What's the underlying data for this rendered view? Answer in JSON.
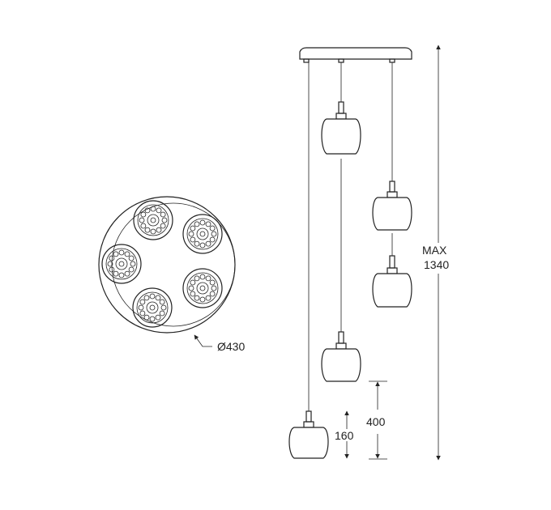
{
  "dimensions": {
    "diameter_label": "Ø430",
    "max_label_line1": "MAX",
    "max_label_line2": "1340",
    "shade_height": "160",
    "bottom_offset": "400"
  },
  "colors": {
    "stroke": "#222222",
    "background": "#ffffff"
  }
}
